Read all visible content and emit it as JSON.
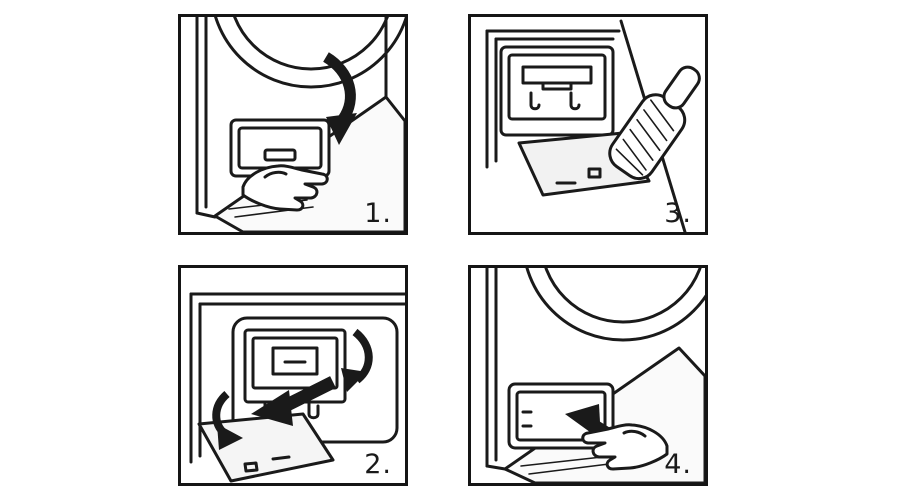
{
  "figure": {
    "title": "appliance-filter-door-instructions",
    "background": "#ffffff",
    "line_color": "#1a1a1a",
    "shade_color": "#f5f5f5"
  },
  "steps": [
    {
      "label": "1.",
      "icon": "dryer-open-flap-illustration"
    },
    {
      "label": "2.",
      "icon": "remove-cover-plate-illustration"
    },
    {
      "label": "3.",
      "icon": "opening-and-filter-brush-illustration"
    },
    {
      "label": "4.",
      "icon": "reinsert-panel-illustration"
    }
  ]
}
